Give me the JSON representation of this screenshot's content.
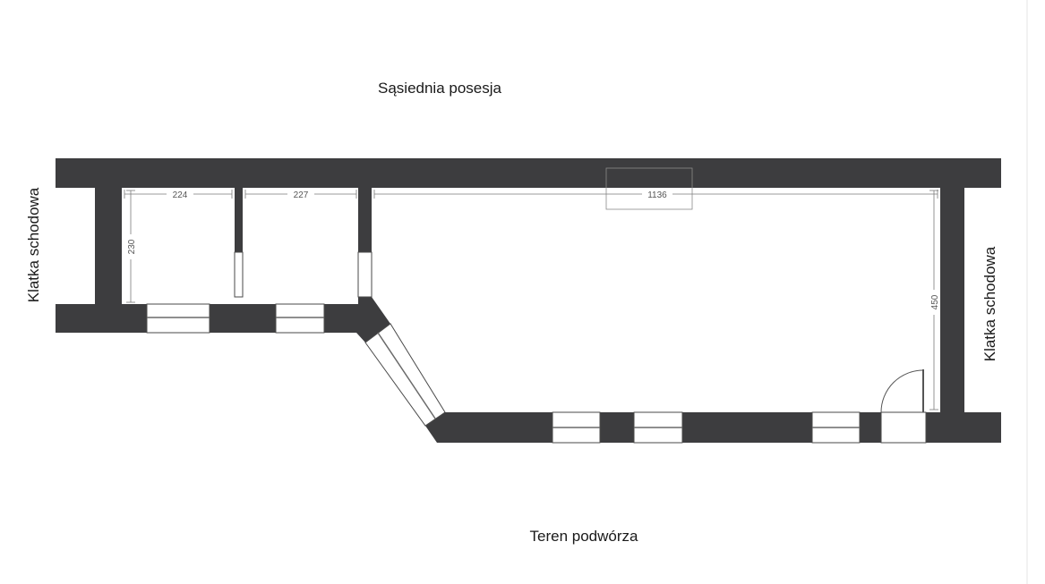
{
  "labels": {
    "top": "Sąsiednia posesja",
    "bottom": "Teren podwórza",
    "left": "Klatka schodowa",
    "right": "Klatka schodowa"
  },
  "dimensions": {
    "room1_width": "224",
    "room2_width": "227",
    "main_width": "1136",
    "room1_depth": "230",
    "main_depth": "450"
  },
  "colors": {
    "wall": "#3d3d3f",
    "background": "#ffffff"
  }
}
